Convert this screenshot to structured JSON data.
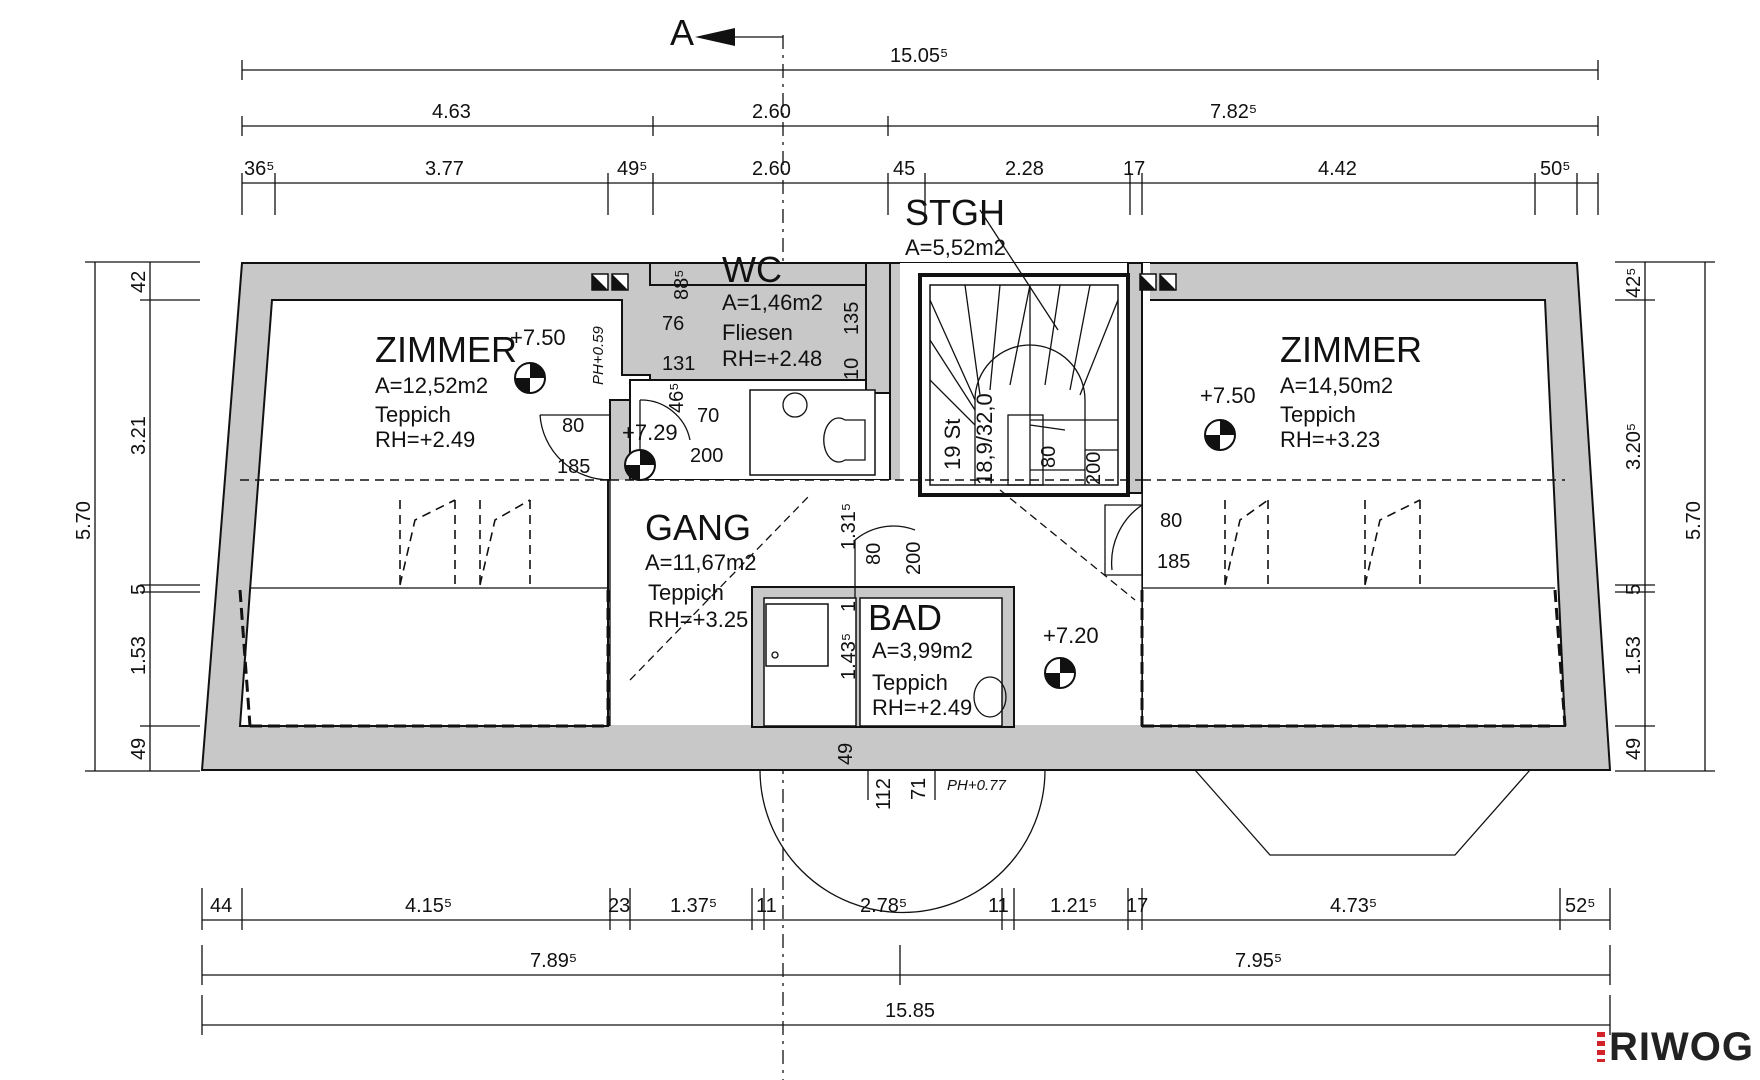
{
  "section_marker": "A",
  "dims_top": {
    "row1": [
      "15.05⁵"
    ],
    "row2": [
      "4.63",
      "2.60",
      "7.82⁵"
    ],
    "row3": [
      "36⁵",
      "3.77",
      "49⁵",
      "2.60",
      "45",
      "2.28",
      "17",
      "4.42",
      "50⁵"
    ]
  },
  "dims_bottom": {
    "row1": [
      "44",
      "4.15⁵",
      "23",
      "1.37⁵",
      "11",
      "2.78⁵",
      "11",
      "1.21⁵",
      "17",
      "4.73⁵",
      "52⁵"
    ],
    "row2": [
      "7.89⁵",
      "7.95⁵"
    ],
    "row3": [
      "15.85"
    ]
  },
  "dims_left": [
    "42",
    "3.21",
    "5",
    "1.53",
    "49",
    "5.70"
  ],
  "dims_right": [
    "42⁵",
    "3.20⁵",
    "5",
    "1.53",
    "49",
    "5.70"
  ],
  "rooms": {
    "zimmer_left": {
      "name": "ZIMMER",
      "area": "A=12,52m2",
      "floor": "Teppich",
      "rh": "RH=+2.49",
      "level": "+7.50"
    },
    "wc": {
      "name": "WC",
      "area": "A=1,46m2",
      "floor": "Fliesen",
      "rh": "RH=+2.48"
    },
    "stgh": {
      "name": "STGH",
      "area": "A=5,52m2",
      "steps": "19 St",
      "ratio": "18,9/32,0"
    },
    "zimmer_right": {
      "name": "ZIMMER",
      "area": "A=14,50m2",
      "floor": "Teppich",
      "rh": "RH=+3.23",
      "level": "+7.50"
    },
    "gang": {
      "name": "GANG",
      "area": "A=11,67m2",
      "floor": "Teppich",
      "rh": "RH=+3.25",
      "level": "+7.29"
    },
    "bad": {
      "name": "BAD",
      "area": "A=3,99m2",
      "floor": "Teppich",
      "rh": "RH=+2.49",
      "level": "+7.20"
    }
  },
  "annotations": {
    "ph_left": "PH+0.59",
    "ph_bottom": "PH+0.77",
    "wc_88": "88⁵",
    "wc_76": "76",
    "wc_131": "131",
    "wc_135": "135",
    "wc_10": "10",
    "wc_70": "70",
    "wc_200": "200",
    "wc_465": "46⁵",
    "door_left_80": "80",
    "door_left_185": "185",
    "stair_80": "80",
    "stair_200": "200",
    "door_right_80": "80",
    "door_right_185": "185",
    "bad_80": "80",
    "bad_200": "200",
    "bad_131": "1.31⁵",
    "bad_1": "1",
    "bad_143": "1.43⁵",
    "bottom_49": "49",
    "bottom_112": "112",
    "bottom_71": "71"
  },
  "logo": "RIWOG"
}
